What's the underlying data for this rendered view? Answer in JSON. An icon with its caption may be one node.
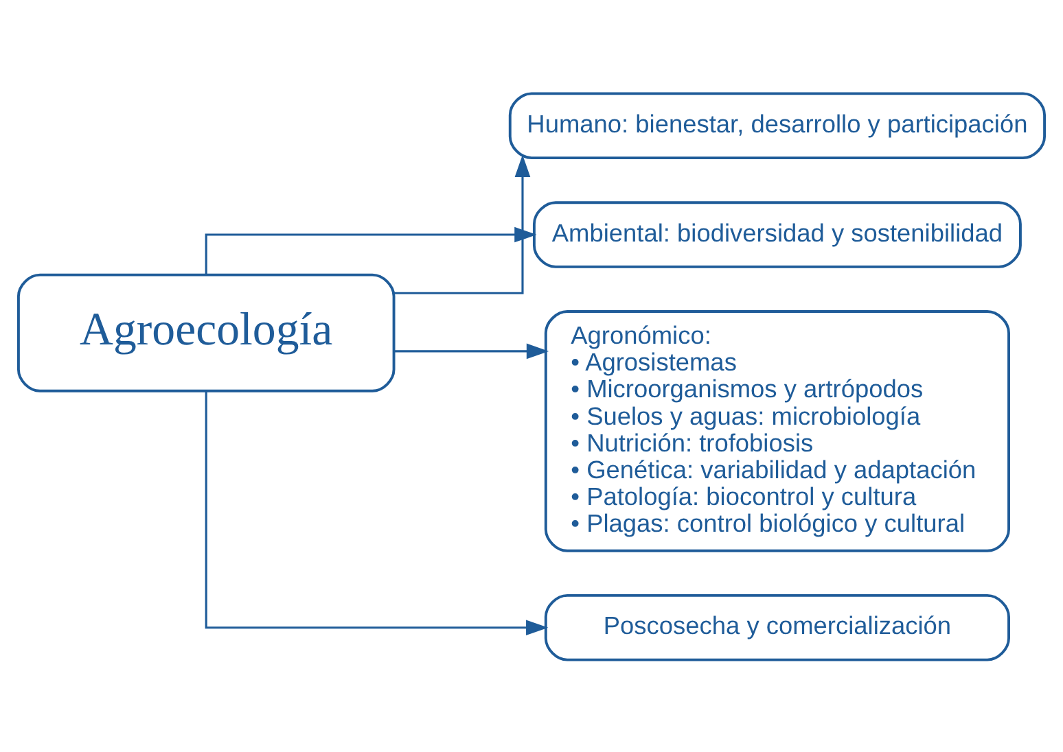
{
  "diagram": {
    "nodes": [
      {
        "text": [
          "Agroecología"
        ]
      },
      {
        "text": [
          "Humano: bienestar, desarrollo y participación"
        ]
      },
      {
        "text": [
          "Ambiental: biodiversidad y sostenibilidad"
        ]
      },
      {
        "text": [
          "Agronómico:",
          "• Agrosistemas",
          "• Microorganismos y artrópodos",
          "• Suelos y aguas: microbiología",
          "• Nutrición: trofobiosis",
          "• Genética: variabilidad y adaptación",
          "• Patología: biocontrol y cultura",
          "• Plagas: control biológico y cultural"
        ]
      },
      {
        "text": [
          "Poscosecha y comercialización"
        ]
      }
    ],
    "edges": [
      {
        "from": 0,
        "to": 1,
        "arrow": "to"
      },
      {
        "from": 0,
        "to": 2,
        "arrow": "to"
      },
      {
        "from": 0,
        "to": 3,
        "arrow": "to"
      },
      {
        "from": 0,
        "to": 4,
        "arrow": "to"
      }
    ]
  }
}
